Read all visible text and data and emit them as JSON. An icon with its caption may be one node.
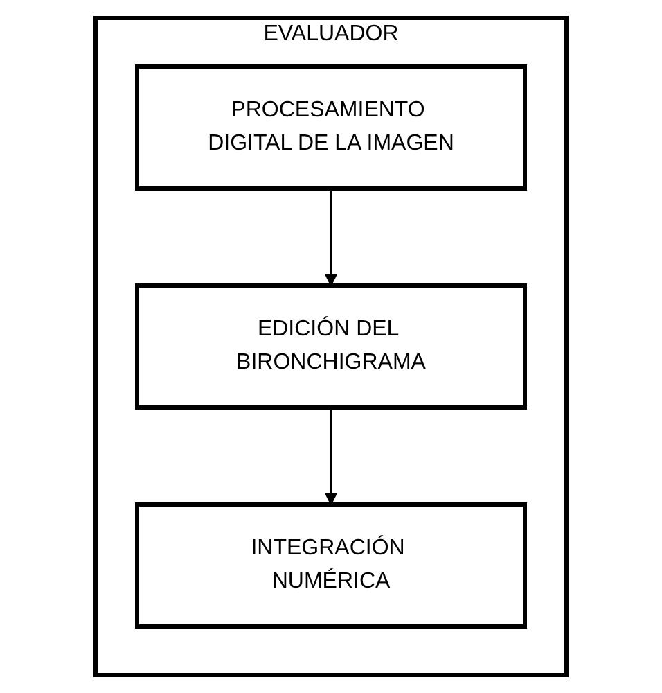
{
  "diagram": {
    "nodes": [
      {
        "text": [
          "EVALUADOR"
        ]
      },
      {
        "text": [
          "PROCESAMIENTO DIGITAL DE LA IMAGEN"
        ],
        "in": 0
      },
      {
        "text": [
          "EDICIÓN DEL BIRONCHIGRAMA"
        ],
        "in": 0
      },
      {
        "text": [
          "INTEGRACIÓN NUMÉRICA"
        ],
        "in": 0
      }
    ],
    "edges": [
      {
        "from": 1,
        "to": 2,
        "arrow": "to"
      },
      {
        "from": 2,
        "to": 3,
        "arrow": "to"
      }
    ]
  }
}
